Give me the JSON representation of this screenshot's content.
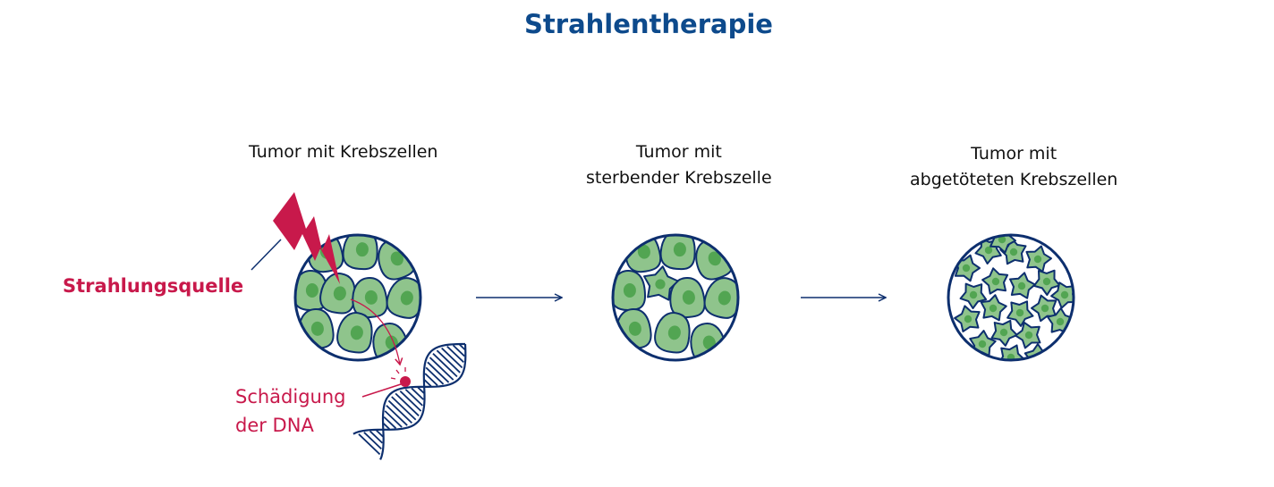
{
  "title": "Strahlentherapie",
  "stages": [
    {
      "lines": [
        "Tumor mit Krebszellen"
      ]
    },
    {
      "lines": [
        "Tumor mit",
        "sterbender Krebszelle"
      ]
    },
    {
      "lines": [
        "Tumor mit",
        "abgetöteten Krebszellen"
      ]
    }
  ],
  "labels": {
    "radiation_source": "Strahlungsquelle",
    "dna_damage": [
      "Schädigung",
      "der DNA"
    ]
  },
  "colors": {
    "title": "#0d4a8c",
    "accent": "#c8194b",
    "outline": "#0d2f6e",
    "cell": "#8fc48c",
    "nucleus": "#52a552"
  }
}
